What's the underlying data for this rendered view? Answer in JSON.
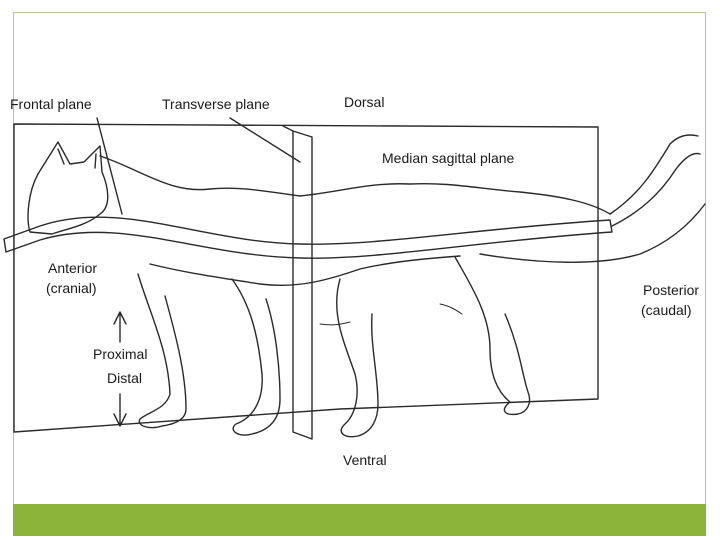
{
  "colors": {
    "frame_border": "#b5c98a",
    "footer_bar": "#8cb43c",
    "line": "#2a2a2a"
  },
  "labels": {
    "frontal_plane": "Frontal plane",
    "transverse_plane": "Transverse plane",
    "dorsal": "Dorsal",
    "median_sagittal_plane": "Median sagittal plane",
    "anterior": "Anterior",
    "cranial": "(cranial)",
    "posterior": "Posterior",
    "caudal": "(caudal)",
    "proximal": "Proximal",
    "distal": "Distal",
    "ventral": "Ventral"
  },
  "icons": [
    "arrow-up-icon",
    "arrow-down-icon"
  ]
}
